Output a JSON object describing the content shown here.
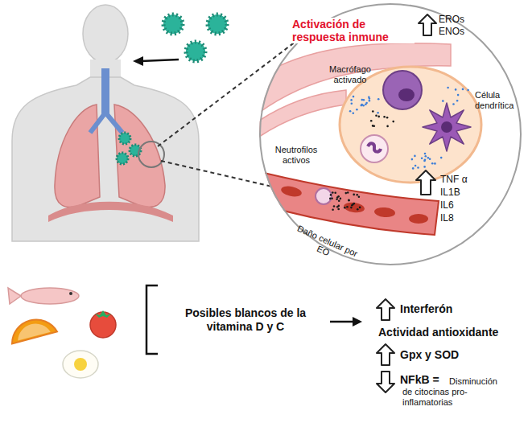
{
  "diagram": {
    "nodes": [
      {
        "text": [
          "Activación de respuesta inmune"
        ]
      }
    ],
    "labels": [
      "EROs",
      "ENOs",
      "Macrófago activado",
      "Célula dendrítica",
      "Neutrofilos activos",
      "TNF α",
      "IL1B",
      "IL6",
      "IL8",
      "Daño celular por EO",
      "Posibles blancos de la vitamina D y C",
      "Interferón",
      "Actividad antioxidante",
      "Gpx y SOD",
      "NFkB =",
      "Disminución de citocinas pro-inflamatorias"
    ]
  }
}
